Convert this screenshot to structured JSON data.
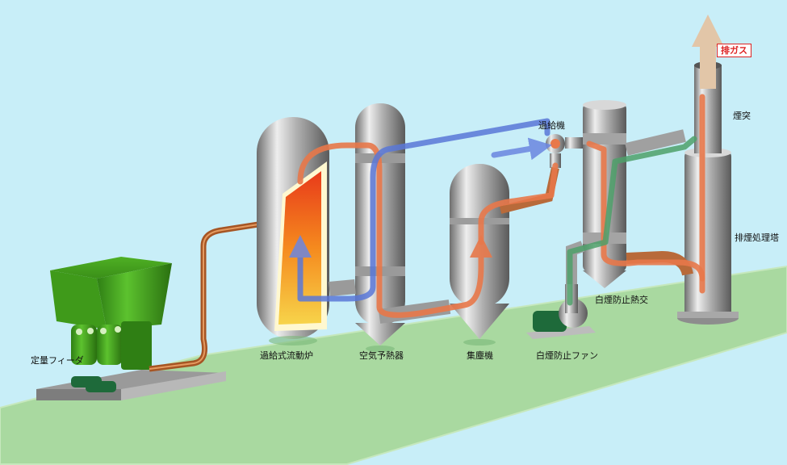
{
  "labels": {
    "feeder": "定量フィーダ",
    "furnace": "過給式流動炉",
    "air_preheater": "空気予熱器",
    "dust_collector": "集塵機",
    "turbocharger": "過給機",
    "plume_fan": "白煙防止ファン",
    "plume_heat_exchanger": "白煙防止熱交",
    "scrubber_tower": "排煙処理塔",
    "chimney": "煙突",
    "exhaust_gas": "排ガス"
  },
  "colors": {
    "background": "#c8eef8",
    "ground": "#a9d9a0",
    "hot_gas_flow": "#e8784a",
    "air_flow": "#5a78d8",
    "clean_gas_flow": "#4da06a",
    "exhaust_arrow": "#e2c6a8",
    "hopper": "#3ea21c",
    "vessel_metal": "#b5b5b5"
  }
}
